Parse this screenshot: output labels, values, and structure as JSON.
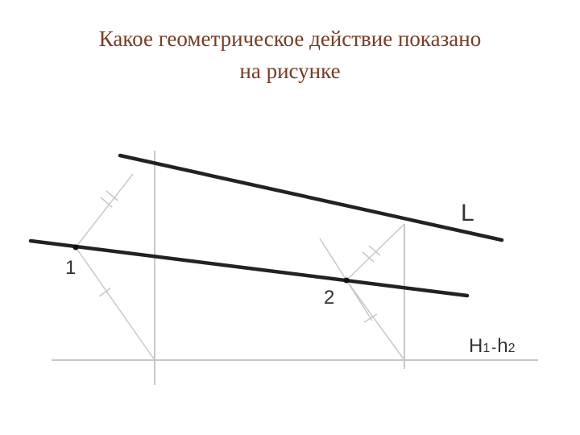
{
  "title": {
    "line1": "Какое геометрическое действие показано",
    "line2": "на рисунке"
  },
  "diagram": {
    "label_line": "L",
    "label_point1": "1",
    "label_point2": "2",
    "label_axis_H": "H",
    "label_axis_sub1": "1",
    "label_axis_dash": "-",
    "label_axis_h": "h",
    "label_axis_sub2": "2",
    "line_color": "#222222",
    "construction_color": "#bdbdbd",
    "title_color": "#7a3b22"
  }
}
